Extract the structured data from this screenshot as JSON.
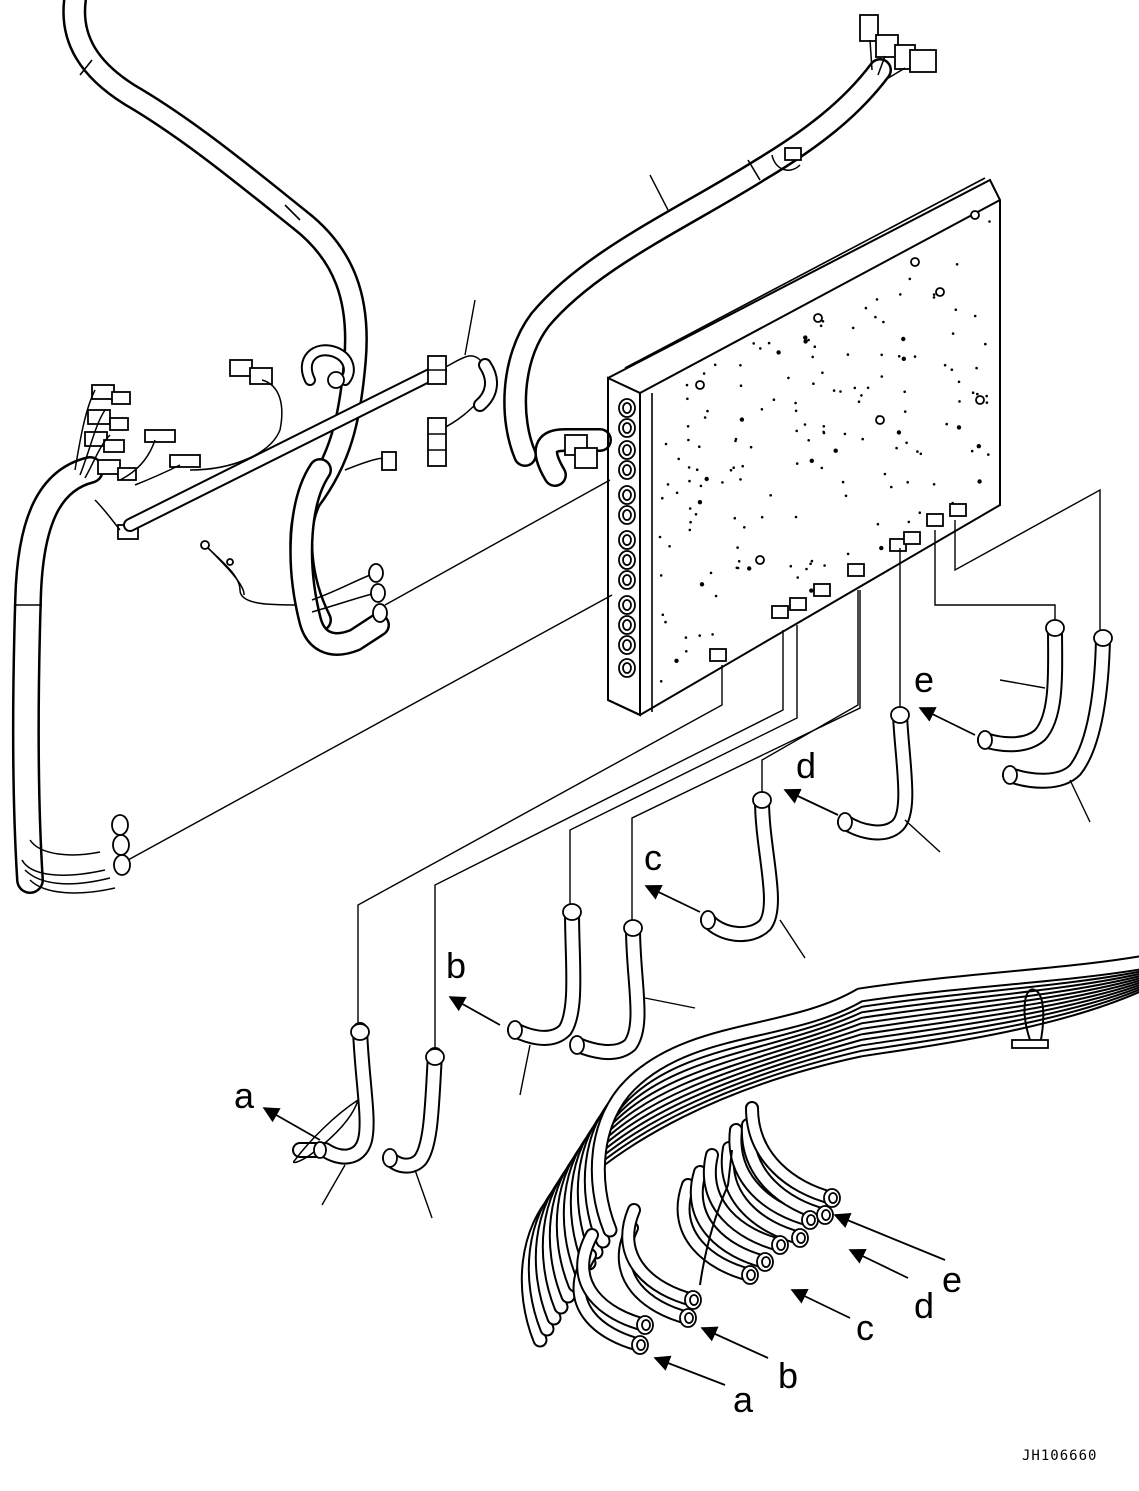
{
  "diagram": {
    "callout_labels": {
      "upper_a": "a",
      "upper_b": "b",
      "upper_c": "c",
      "upper_d": "d",
      "upper_e": "e",
      "lower_a": "a",
      "lower_b": "b",
      "lower_c": "c",
      "lower_d": "d",
      "lower_e": "e"
    },
    "drawing_code": "JH106660"
  }
}
